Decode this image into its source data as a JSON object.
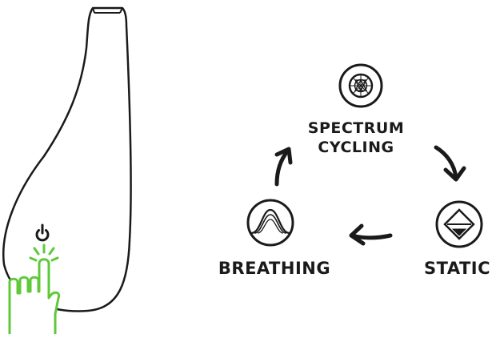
{
  "modes": {
    "spectrum": {
      "line1": "SPECTRUM",
      "line2": "CYCLING"
    },
    "breathing": {
      "label": "BREATHING"
    },
    "static": {
      "label": "STATIC"
    }
  },
  "icons": {
    "device": "mouse-side-outline",
    "power": "power-icon",
    "hand": "pointing-hand-icon",
    "spectrum": "spectrum-cycling-icon",
    "breathing": "breathing-icon",
    "static": "static-icon",
    "arrows": "curved-arrow-icon"
  },
  "colors": {
    "line": "#1a1a1a",
    "accent": "#5fc93a"
  }
}
